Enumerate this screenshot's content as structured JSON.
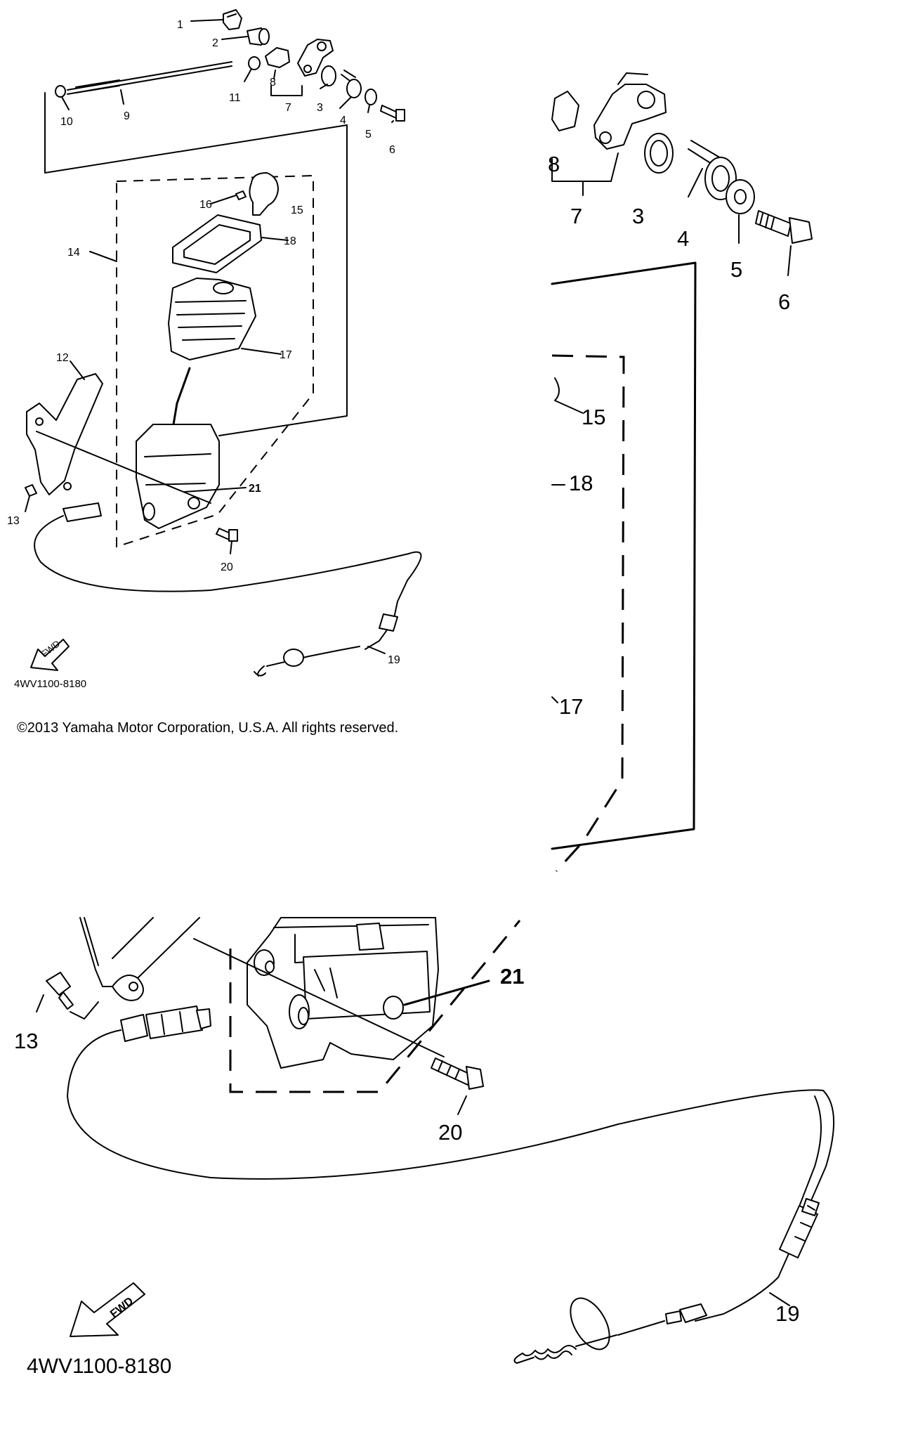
{
  "overview": {
    "callouts": [
      "1",
      "2",
      "3",
      "4",
      "5",
      "6",
      "7",
      "8",
      "9",
      "10",
      "11",
      "12",
      "13",
      "14",
      "15",
      "16",
      "17",
      "18",
      "19",
      "20",
      "21"
    ],
    "ref_code": "4WV1100-8180",
    "fwd_label": "FWD",
    "copyright": "©2013 Yamaha Motor Corporation, U.S.A. All rights reserved."
  },
  "zoom_top": {
    "callouts": {
      "c3": "3",
      "c4": "4",
      "c5": "5",
      "c6": "6",
      "c7": "7",
      "c8": "8",
      "c15": "15",
      "c17": "17",
      "c18": "18"
    }
  },
  "zoom_bottom": {
    "callouts": {
      "c13": "13",
      "c19": "19",
      "c20": "20",
      "c21": "21"
    },
    "ref_code": "4WV1100-8180",
    "fwd_label": "FWD"
  }
}
